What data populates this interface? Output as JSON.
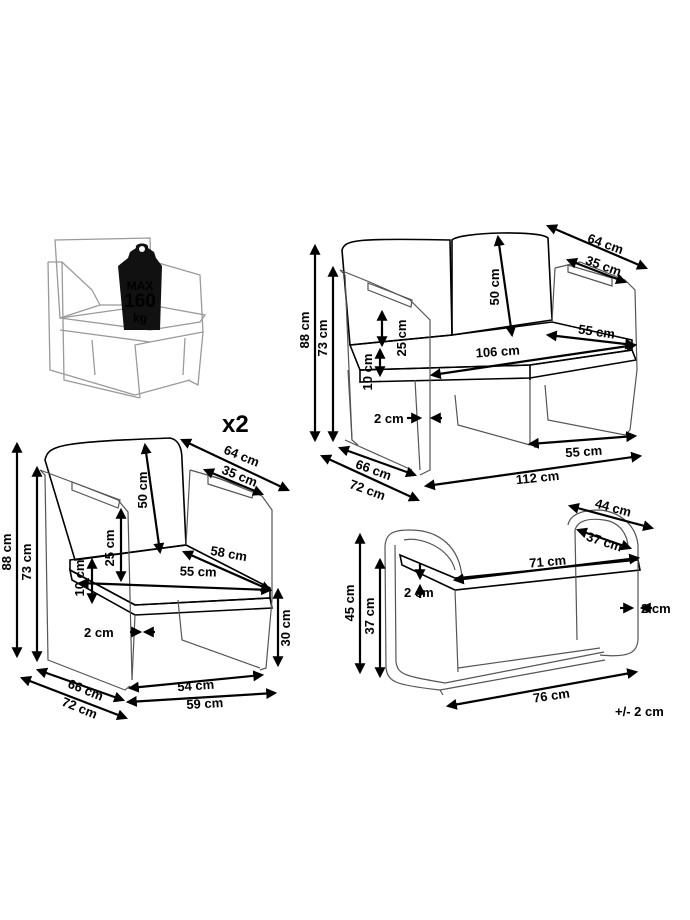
{
  "weight_badge": {
    "line1": "MAX",
    "line2": "160",
    "line3": "kg",
    "icon": "weight-icon"
  },
  "multiplier": "x2",
  "tolerance": "+/- 2 cm",
  "sofa": {
    "height_total": "88 cm",
    "height_back": "73 cm",
    "back_cushion_height": "50 cm",
    "seat_back_gap": "25 cm",
    "seat_thickness": "10 cm",
    "seat_width": "106 cm",
    "seat_depth": "55 cm",
    "total_depth": "64 cm",
    "armrest_depth": "35 cm",
    "frame_thickness": "2 cm",
    "leg_depth": "55 cm",
    "side_depth": "66 cm",
    "side_depth_total": "72 cm",
    "total_width": "112 cm"
  },
  "chair": {
    "height_total": "88 cm",
    "height_back": "73 cm",
    "back_cushion_height": "50 cm",
    "seat_back_gap": "25 cm",
    "seat_thickness": "10 cm",
    "seat_width": "55 cm",
    "seat_depth": "58 cm",
    "total_depth": "64 cm",
    "armrest_depth": "35 cm",
    "frame_thickness": "2 cm",
    "seat_height": "30 cm",
    "side_depth": "66 cm",
    "side_depth_total": "72 cm",
    "inner_width": "54 cm",
    "total_width": "59 cm"
  },
  "table": {
    "total_depth": "44 cm",
    "inner_depth": "37 cm",
    "top_width": "71 cm",
    "frame_thickness_top": "2 cm",
    "frame_thickness_side": "2 cm",
    "height_total": "45 cm",
    "height_inner": "37 cm",
    "total_width": "76 cm"
  }
}
